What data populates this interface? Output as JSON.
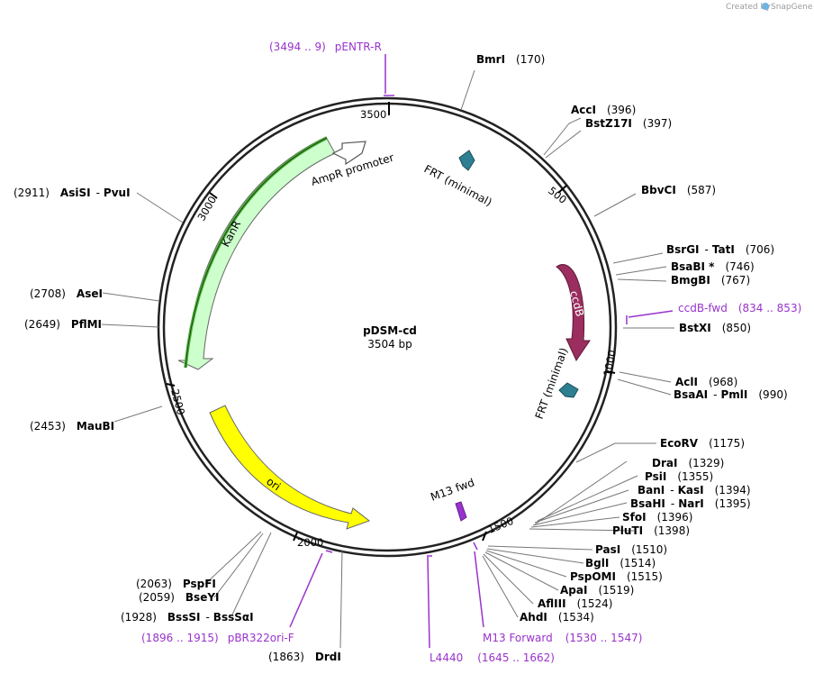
{
  "plasmid": {
    "name": "pDSM-cd",
    "size_text": "3504 bp"
  },
  "credit": {
    "text": "Created by",
    "brand": "SnapGene"
  },
  "ticks": [
    "500",
    "1000",
    "1500",
    "2000",
    "2500",
    "3000",
    "3500"
  ],
  "enzymes": [
    {
      "name": "BmrI",
      "pos": "(170)"
    },
    {
      "name": "AccI",
      "pos": "(396)"
    },
    {
      "name": "BstZ17I",
      "pos": "(397)"
    },
    {
      "name": "BbvCI",
      "pos": "(587)"
    },
    {
      "name": "BsrGI",
      "name2": "TatI",
      "pos": "(706)"
    },
    {
      "name": "BsaBI *",
      "pos": "(746)"
    },
    {
      "name": "BmgBI",
      "pos": "(767)"
    },
    {
      "name": "BstXI",
      "pos": "(850)"
    },
    {
      "name": "AclI",
      "pos": "(968)"
    },
    {
      "name": "BsaAI",
      "name2": "PmlI",
      "pos": "(990)"
    },
    {
      "name": "EcoRV",
      "pos": "(1175)"
    },
    {
      "name": "DraI",
      "pos": "(1329)"
    },
    {
      "name": "PsiI",
      "pos": "(1355)"
    },
    {
      "name": "BanI",
      "name2": "KasI",
      "pos": "(1394)"
    },
    {
      "name": "BsaHI",
      "name2": "NarI",
      "pos": "(1395)"
    },
    {
      "name": "SfoI",
      "pos": "(1396)"
    },
    {
      "name": "PluTI",
      "pos": "(1398)"
    },
    {
      "name": "PasI",
      "pos": "(1510)"
    },
    {
      "name": "BglI",
      "pos": "(1514)"
    },
    {
      "name": "PspOMI",
      "pos": "(1515)"
    },
    {
      "name": "ApaI",
      "pos": "(1519)"
    },
    {
      "name": "AflIII",
      "pos": "(1524)"
    },
    {
      "name": "AhdI",
      "pos": "(1534)"
    },
    {
      "name": "DrdI",
      "pos": "(1863)"
    },
    {
      "name": "BssSI",
      "name2": "BssSαI",
      "pos": "(1928)"
    },
    {
      "name": "BseYI",
      "pos": "(2059)"
    },
    {
      "name": "PspFI",
      "pos": "(2063)"
    },
    {
      "name": "MauBI",
      "pos": "(2453)"
    },
    {
      "name": "PflMI",
      "pos": "(2649)"
    },
    {
      "name": "AseI",
      "pos": "(2708)"
    },
    {
      "name": "AsiSI",
      "name2": "PvuI",
      "pos": "(2911)"
    }
  ],
  "primers": [
    {
      "name": "pENTR-R",
      "range": "(3494 .. 9)"
    },
    {
      "name": "ccdB-fwd",
      "range": "(834 .. 853)"
    },
    {
      "name": "M13 Forward",
      "range": "(1530 .. 1547)"
    },
    {
      "name": "L4440",
      "range": "(1645 .. 1662)"
    },
    {
      "name": "pBR322ori-F",
      "range": "(1896 .. 1915)"
    }
  ],
  "features": [
    {
      "name": "ccdB",
      "color": "#9b2d5f"
    },
    {
      "name": "FRT (minimal)",
      "color": "#2e7f91"
    },
    {
      "name": "FRT (minimal)",
      "color": "#2e7f91"
    },
    {
      "name": "M13 fwd",
      "color": "#9933cc"
    },
    {
      "name": "ori",
      "color": "#ffff00"
    },
    {
      "name": "KanR",
      "color": "#ccffcc"
    },
    {
      "name": "AmpR promoter",
      "color": "#ffffff"
    }
  ]
}
